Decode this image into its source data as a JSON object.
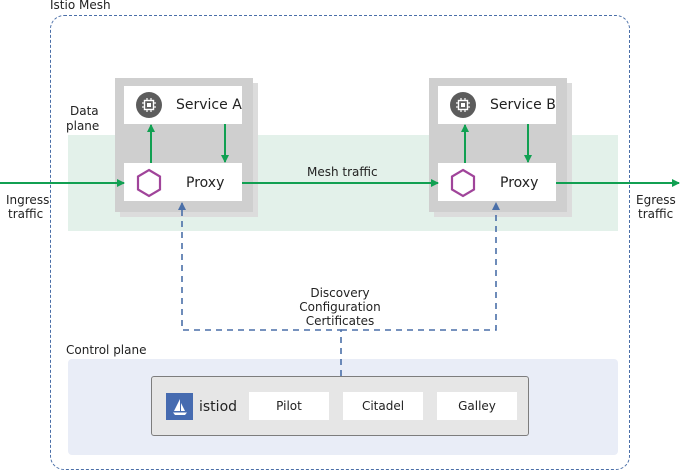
{
  "mesh": {
    "title": "Istio Mesh"
  },
  "data_plane": {
    "label_line1": "Data",
    "label_line2": "plane"
  },
  "service_a": {
    "name": "Service A",
    "proxy_label": "Proxy"
  },
  "service_b": {
    "name": "Service B",
    "proxy_label": "Proxy"
  },
  "traffic": {
    "ingress_line1": "Ingress",
    "ingress_line2": "traffic",
    "egress_line1": "Egress",
    "egress_line2": "traffic",
    "mesh": "Mesh traffic"
  },
  "control_links": {
    "line1": "Discovery",
    "line2": "Configuration",
    "line3": "Certificates"
  },
  "control_plane": {
    "label": "Control plane",
    "istiod": "istiod",
    "components": [
      "Pilot",
      "Citadel",
      "Galley"
    ]
  },
  "colors": {
    "green_arrow": "#11a052",
    "dashed_blue": "#4a6fa8",
    "proxy_hex": "#a0449a",
    "data_plane_bg": "#e3f1ea",
    "control_plane_bg": "#e9edf7",
    "istio_blue": "#466bb0"
  }
}
